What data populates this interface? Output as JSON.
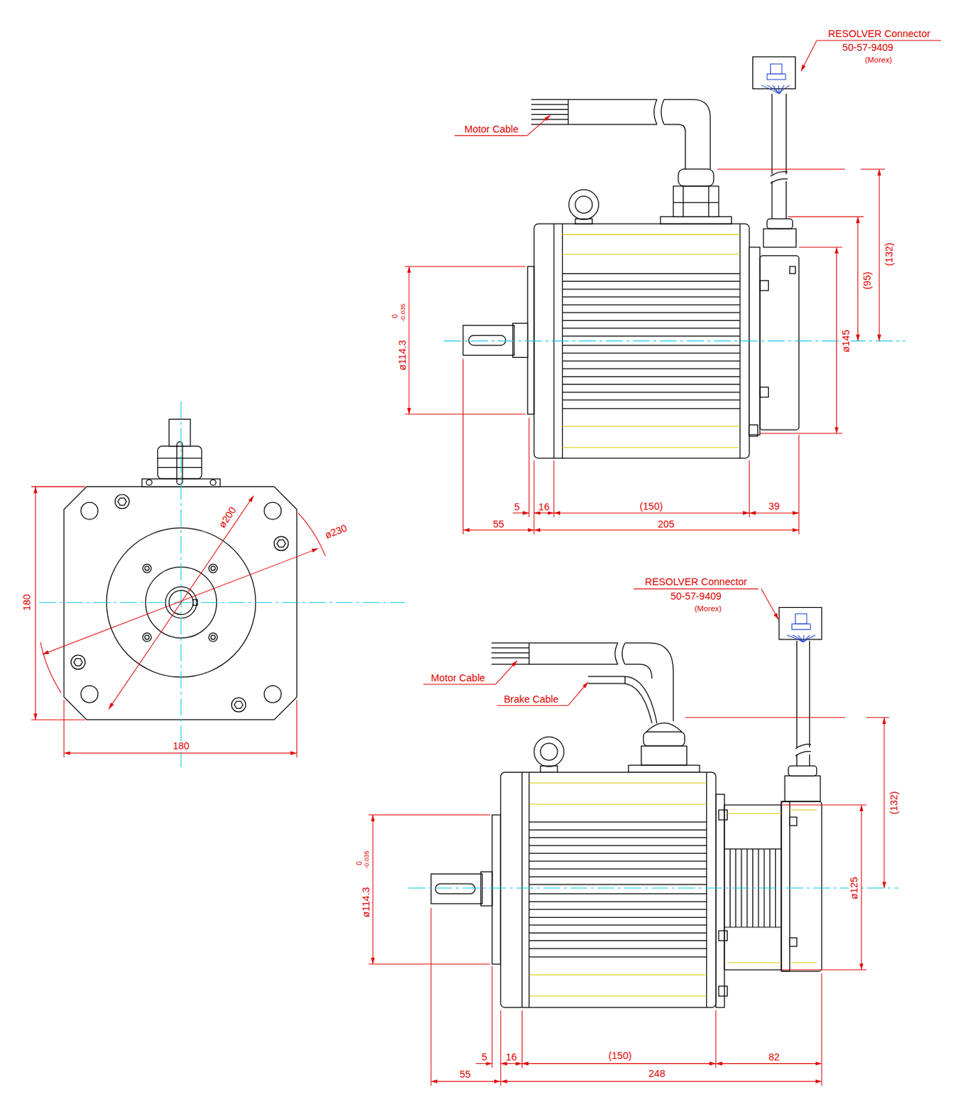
{
  "diagram": {
    "labels": [
      "RESOLVER Connector",
      "50-57-9409",
      "(Morex)",
      "Motor Cable",
      "(132)",
      "(95)",
      "ø145",
      "ø114.3",
      "0",
      "-0.035",
      "5",
      "16",
      "(150)",
      "39",
      "55",
      "205",
      "180",
      "180",
      "ø200",
      "ø230",
      "RESOLVER Connector",
      "50-57-9409",
      "(Morex)",
      "Motor Cable",
      "Brake Cable",
      "(132)",
      "ø125",
      "ø114.3",
      "0",
      "-0.035",
      "5",
      "16",
      "(150)",
      "82",
      "55",
      "248"
    ]
  }
}
